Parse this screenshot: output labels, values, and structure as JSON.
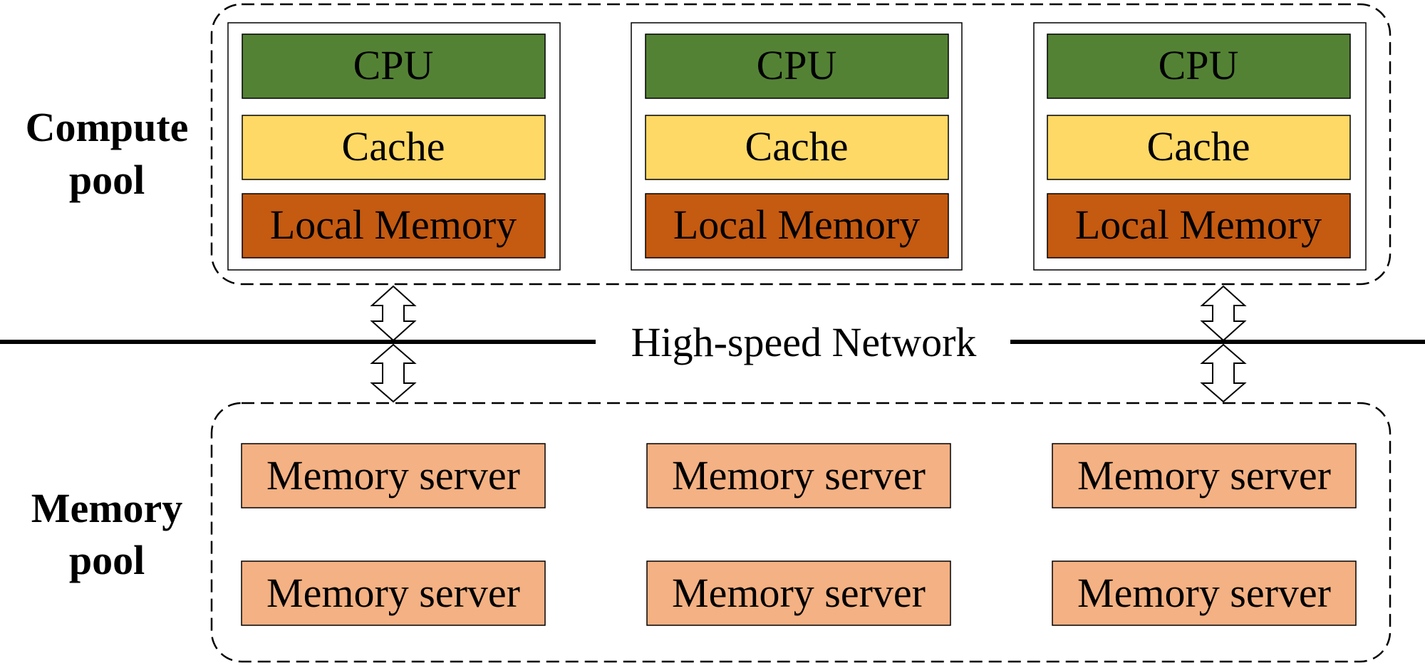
{
  "compute_pool": {
    "label_lines": [
      "Compute",
      "pool"
    ],
    "nodes": [
      {
        "cpu": "CPU",
        "cache": "Cache",
        "memory": "Local Memory"
      },
      {
        "cpu": "CPU",
        "cache": "Cache",
        "memory": "Local Memory"
      },
      {
        "cpu": "CPU",
        "cache": "Cache",
        "memory": "Local Memory"
      }
    ]
  },
  "network": {
    "label": "High-speed Network"
  },
  "memory_pool": {
    "label_lines": [
      "Memory",
      "pool"
    ],
    "rows": [
      [
        "Memory server",
        "Memory server",
        "Memory server"
      ],
      [
        "Memory server",
        "Memory server",
        "Memory server"
      ]
    ]
  },
  "colors": {
    "cpu": "#548235",
    "cache": "#FFD966",
    "local_memory": "#C55A11",
    "memory_server": "#F4B183",
    "line": "#000000"
  }
}
